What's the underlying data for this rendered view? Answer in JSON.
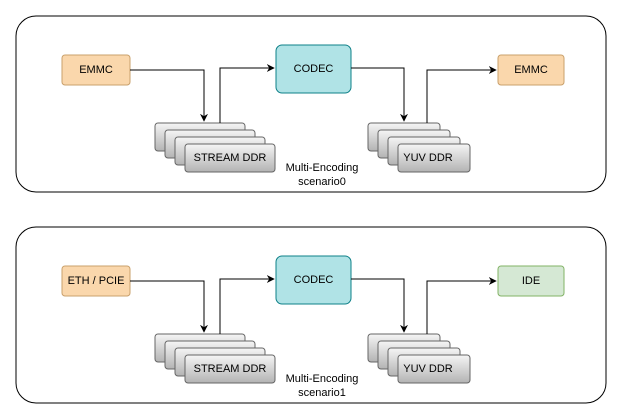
{
  "scenarios": [
    {
      "input_label": "EMMC",
      "input_color": "#fad7ac",
      "input_stroke": "#c9a06b",
      "codec_label": "CODEC",
      "stream_label": "STREAM DDR",
      "yuv_label": "YUV DDR",
      "output_label": "EMMC",
      "output_color": "#fad7ac",
      "output_stroke": "#c9a06b",
      "caption_line1": "Multi-Encoding",
      "caption_line2": "scenario0"
    },
    {
      "input_label": "ETH / PCIE",
      "input_color": "#fad7ac",
      "input_stroke": "#c9a06b",
      "codec_label": "CODEC",
      "stream_label": "STREAM DDR",
      "yuv_label": "YUV DDR",
      "output_label": "IDE",
      "output_color": "#d5e8d4",
      "output_stroke": "#82b366",
      "caption_line1": "Multi-Encoding",
      "caption_line2": "scenario1"
    }
  ],
  "colors": {
    "codec_fill": "#b0e3e6",
    "codec_stroke": "#0e8088",
    "stack_fill": "#e6e6e6",
    "stack_stroke": "#666666"
  }
}
